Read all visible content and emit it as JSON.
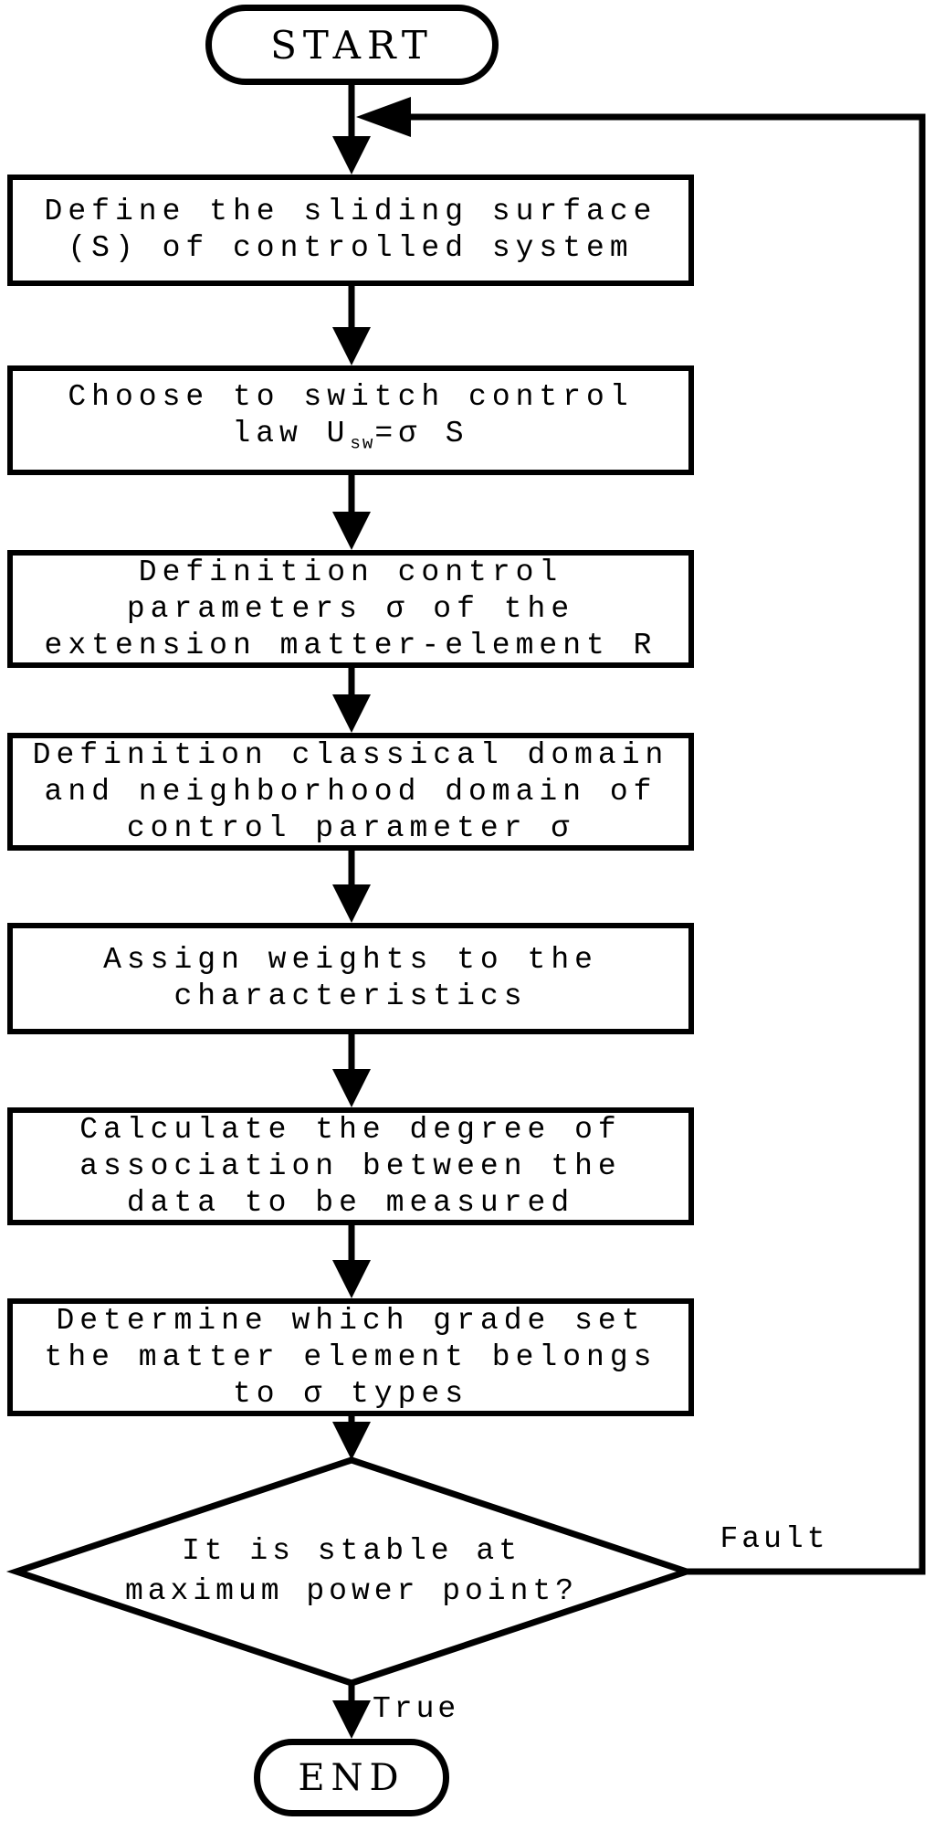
{
  "palette": {
    "ink": "#000000",
    "background": "#ffffff"
  },
  "flowchart": {
    "start": {
      "label": "START"
    },
    "end": {
      "label": "END"
    },
    "steps": [
      {
        "lines": [
          "Define the sliding surface",
          "(S) of controlled system"
        ]
      },
      {
        "lines": [
          "Choose to switch control"
        ],
        "formula": {
          "pre": "law U",
          "sub": "sw",
          "post": "=σ S"
        }
      },
      {
        "lines": [
          "Definition control",
          "parameters σ of the",
          "extension matter-element R"
        ]
      },
      {
        "lines": [
          "Definition classical domain",
          "and neighborhood domain of",
          "control parameter σ"
        ]
      },
      {
        "lines": [
          "Assign weights to the",
          "characteristics"
        ]
      },
      {
        "lines": [
          "Calculate the degree of",
          "association between the",
          "data to be measured"
        ]
      },
      {
        "lines": [
          "Determine which grade set",
          "the matter element belongs",
          "to σ types"
        ]
      }
    ],
    "decision": {
      "lines": [
        "It is stable at",
        "maximum power point?"
      ]
    },
    "branches": {
      "fault": "Fault",
      "true_label": "True"
    }
  }
}
